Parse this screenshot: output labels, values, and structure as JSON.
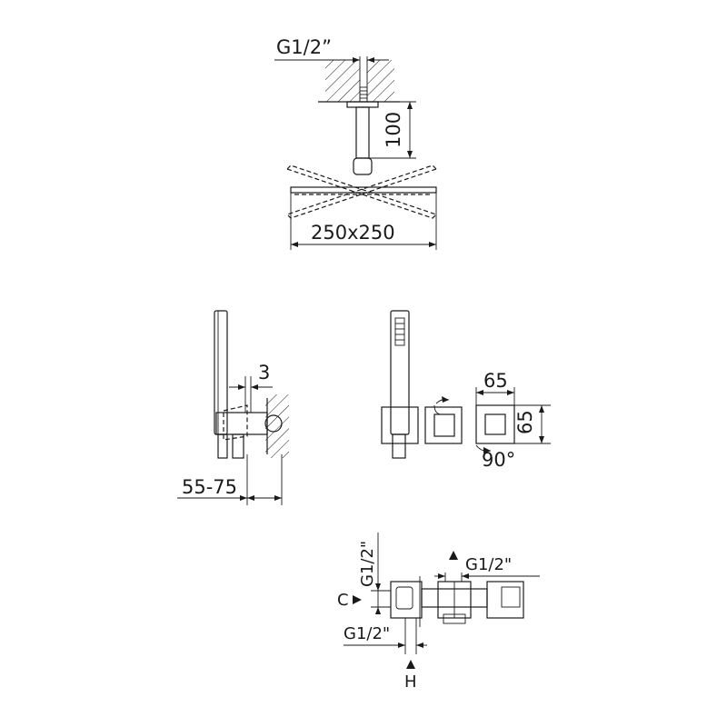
{
  "labels": {
    "ceiling_thread": "G1/2”",
    "arm_length": "100",
    "head_size": "250x250",
    "wall_offset": "3",
    "projection": "55-75",
    "plate_width": "65",
    "plate_height": "65",
    "rotation": "90°",
    "valve_vertical_thread": "G1/2\"",
    "valve_top_thread": "G1/2\"",
    "valve_bottom_thread": "G1/2\"",
    "inlet_c": "C",
    "inlet_h": "H"
  },
  "colors": {
    "line": "#1a1a1a",
    "background": "#ffffff"
  }
}
